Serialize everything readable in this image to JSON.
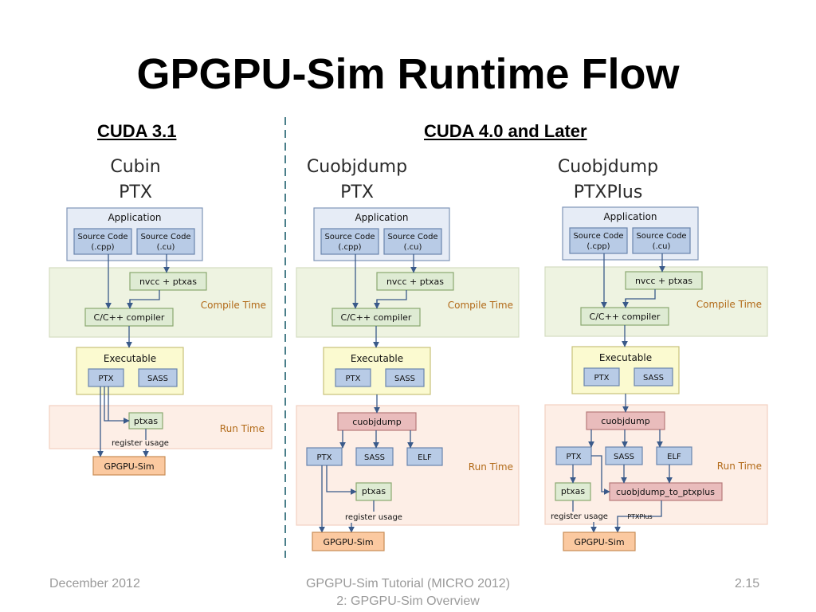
{
  "slide": {
    "title": "GPGPU-Sim Runtime Flow",
    "footer_left": "December 2012",
    "footer_center_line1": "GPGPU-Sim Tutorial (MICRO 2012)",
    "footer_center_line2": "2: GPGPU-Sim Overview",
    "footer_right": "2.15"
  },
  "sections": {
    "left": "CUDA 3.1",
    "right": "CUDA 4.0 and Later"
  },
  "panels": [
    {
      "heading_line1": "Cubin",
      "heading_line2": "PTX",
      "application": "Application",
      "source_cpp": [
        "Source Code",
        "(.cpp)"
      ],
      "source_cu": [
        "Source Code",
        "(.cu)"
      ],
      "nvcc": "nvcc + ptxas",
      "compile_time": "Compile Time",
      "compiler": "C/C++ compiler",
      "executable": "Executable",
      "ptx": "PTX",
      "sass": "SASS",
      "run_time": "Run Time",
      "ptxas": "ptxas",
      "register_usage": "register usage",
      "gpgpusim": "GPGPU-Sim"
    },
    {
      "heading_line1": "Cuobjdump",
      "heading_line2": "PTX",
      "application": "Application",
      "source_cpp": [
        "Source Code",
        "(.cpp)"
      ],
      "source_cu": [
        "Source Code",
        "(.cu)"
      ],
      "nvcc": "nvcc + ptxas",
      "compile_time": "Compile Time",
      "compiler": "C/C++ compiler",
      "executable": "Executable",
      "ptx": "PTX",
      "sass": "SASS",
      "run_time": "Run Time",
      "cuobjdump": "cuobjdump",
      "rt_ptx": "PTX",
      "rt_sass": "SASS",
      "elf": "ELF",
      "ptxas": "ptxas",
      "register_usage": "register usage",
      "gpgpusim": "GPGPU-Sim"
    },
    {
      "heading_line1": "Cuobjdump",
      "heading_line2": "PTXPlus",
      "application": "Application",
      "source_cpp": [
        "Source Code",
        "(.cpp)"
      ],
      "source_cu": [
        "Source Code",
        "(.cu)"
      ],
      "nvcc": "nvcc + ptxas",
      "compile_time": "Compile Time",
      "compiler": "C/C++ compiler",
      "executable": "Executable",
      "ptx": "PTX",
      "sass": "SASS",
      "run_time": "Run Time",
      "cuobjdump": "cuobjdump",
      "rt_ptx": "PTX",
      "rt_sass": "SASS",
      "elf": "ELF",
      "ptxas": "ptxas",
      "to_ptxplus": "cuobjdump_to_ptxplus",
      "register_usage": "register usage",
      "ptxplus_label": "PTXPlus",
      "gpgpusim": "GPGPU-Sim"
    }
  ],
  "colors": {
    "compile_zone": "#eef3e1",
    "runtime_zone": "#fdeee6",
    "app_box": "#e6ecf6",
    "exec_box": "#fbfad0",
    "blue_box": "#b8cbe6",
    "green_box": "#deebd3",
    "pink_box": "#e9bcbc",
    "orange_box": "#fbc9a0",
    "arrow": "#3a5a8a",
    "zone_label": "#b26a18"
  }
}
